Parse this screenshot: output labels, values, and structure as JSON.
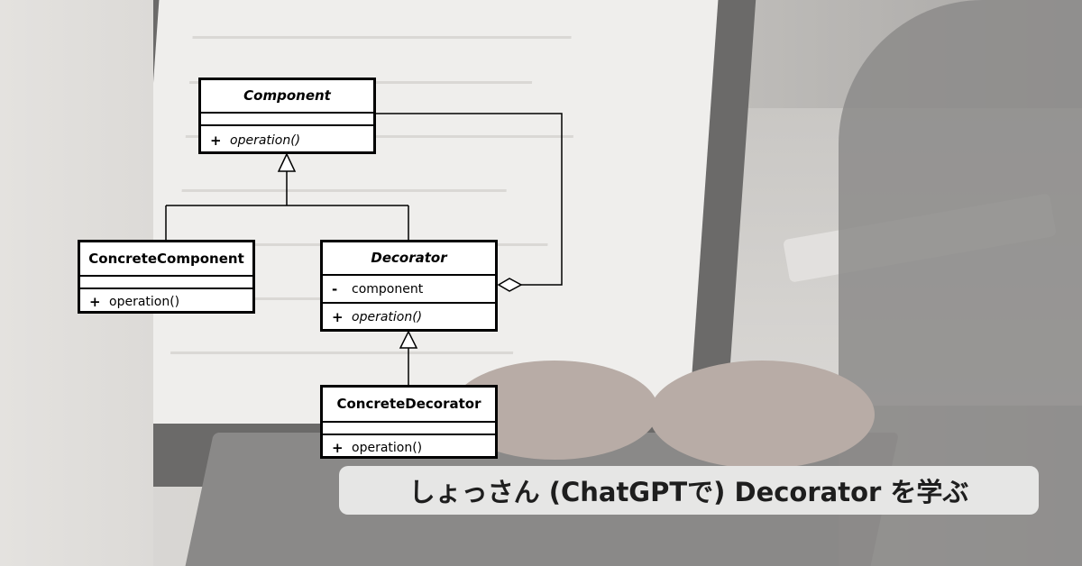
{
  "title": "しょっさん (ChatGPTで) Decorator を学ぶ",
  "diagram": {
    "component": {
      "name": "Component",
      "operations": [
        {
          "visibility": "+",
          "text": "operation()"
        }
      ]
    },
    "concrete_component": {
      "name": "ConcreteComponent",
      "operations": [
        {
          "visibility": "+",
          "text": "operation()"
        }
      ]
    },
    "decorator": {
      "name": "Decorator",
      "attributes": [
        {
          "visibility": "-",
          "text": "component"
        }
      ],
      "operations": [
        {
          "visibility": "+",
          "text": "operation()"
        }
      ]
    },
    "concrete_decorator": {
      "name": "ConcreteDecorator",
      "operations": [
        {
          "visibility": "+",
          "text": "operation()"
        }
      ]
    }
  },
  "colors": {
    "line": "#000000",
    "box_fill": "#ffffff",
    "banner_bg": "#e6e6e5",
    "banner_text": "#1e1e1e"
  }
}
